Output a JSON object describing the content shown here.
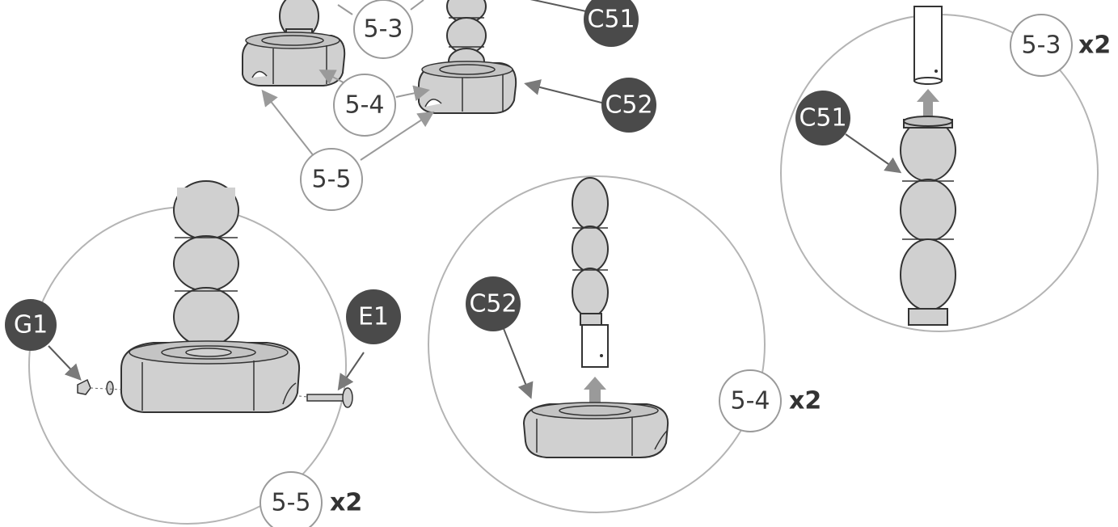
{
  "labels": {
    "step_5_3": "5-3",
    "step_5_4": "5-4",
    "step_5_5": "5-5",
    "part_c51": "C51",
    "part_c52": "C52",
    "part_g1": "G1",
    "part_e1": "E1"
  },
  "detail_quantities": {
    "detail_5_3_qty": "x2",
    "detail_5_4_qty": "x2",
    "detail_5_5_qty": "x2"
  },
  "colors": {
    "dark_bubble": "#4a4a4a",
    "light_bubble_stroke": "#9a9a9a",
    "part_fill": "#d0d0d0",
    "arrow": "#8c8c8c",
    "circle_stroke": "#b4b4b4"
  },
  "icons": [
    "up-arrow-icon",
    "leader-arrow-icon"
  ]
}
